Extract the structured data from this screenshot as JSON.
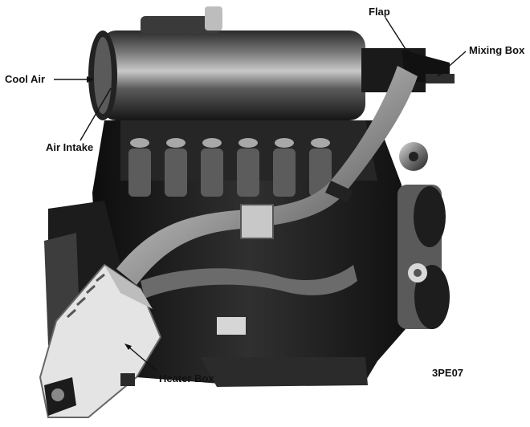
{
  "callouts": {
    "flap": "Flap",
    "mixing_box": "Mixing Box",
    "cool_air": "Cool Air",
    "air_intake": "Air Intake",
    "heater_box": "Heater Box"
  },
  "figure_code": "3PE07",
  "colors": {
    "engine_dark": "#1a1a1a",
    "engine_mid": "#4a4a4a",
    "engine_light": "#8f8f8f",
    "highlight": "#cfcfcf",
    "heater_box": "#e8e8e8",
    "leader": "#111111"
  }
}
